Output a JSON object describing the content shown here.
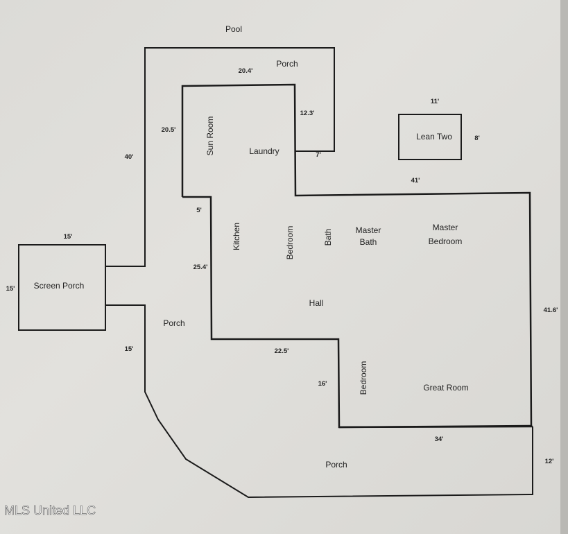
{
  "watermark": "MLS United LLC",
  "rooms": {
    "pool": "Pool",
    "porch_top": "Porch",
    "sun_room": "Sun Room",
    "laundry": "Laundry",
    "lean_two": "Lean Two",
    "screen_porch": "Screen Porch",
    "kitchen": "Kitchen",
    "bedroom_1": "Bedroom",
    "bath": "Bath",
    "master_bath_1": "Master",
    "master_bath_2": "Bath",
    "master_bedroom_1": "Master",
    "master_bedroom_2": "Bedroom",
    "hall": "Hall",
    "porch_left": "Porch",
    "bedroom_2": "Bedroom",
    "great_room": "Great Room",
    "porch_bottom": "Porch"
  },
  "dimensions": {
    "porch_top_width": "20.4'",
    "sun_room_depth": "20.5'",
    "laundry_depth": "12.3'",
    "laundry_width": "7'",
    "left_wing_length": "40'",
    "lean_two_width": "11'",
    "lean_two_depth": "8'",
    "house_width_top": "41'",
    "step_5": "5'",
    "screen_porch_width": "15'",
    "screen_porch_depth": "15'",
    "kitchen_length": "25.4'",
    "house_depth_right": "41.6'",
    "porch_left_depth": "15'",
    "hall_width": "22.5'",
    "bedroom_2_depth": "16'",
    "great_room_width": "34'",
    "porch_bottom_depth": "12'"
  }
}
